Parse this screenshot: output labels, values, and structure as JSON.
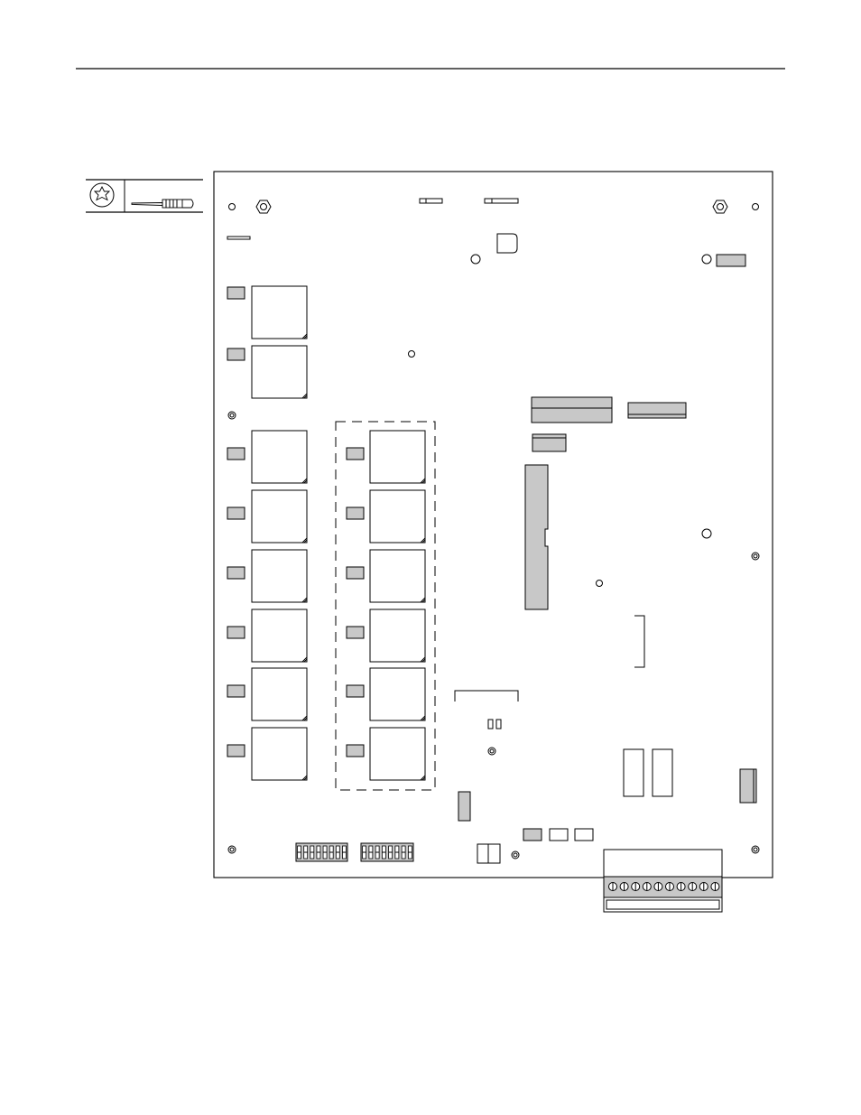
{
  "page": {
    "background": "#ffffff"
  },
  "colors": {
    "line": "#000000",
    "component_fill": "#c8c8c8",
    "background": "#ffffff"
  },
  "tool_box": {
    "icons": [
      "torx-screw-icon",
      "screwdriver-icon"
    ]
  },
  "board": {
    "component_count": 12,
    "relay_sockets": [
      {
        "column": "left",
        "row": 1
      },
      {
        "column": "left",
        "row": 2
      },
      {
        "column": "left",
        "row": 3
      },
      {
        "column": "left",
        "row": 4
      },
      {
        "column": "left",
        "row": 5
      },
      {
        "column": "left",
        "row": 6
      },
      {
        "column": "left",
        "row": 7
      },
      {
        "column": "left",
        "row": 8
      },
      {
        "column": "right",
        "row": 3
      },
      {
        "column": "right",
        "row": 4
      },
      {
        "column": "right",
        "row": 5
      },
      {
        "column": "right",
        "row": 6
      },
      {
        "column": "right",
        "row": 7
      },
      {
        "column": "right",
        "row": 8
      }
    ],
    "terminal_block_screws": 10,
    "dip_switch_positions": [
      8,
      8
    ]
  }
}
